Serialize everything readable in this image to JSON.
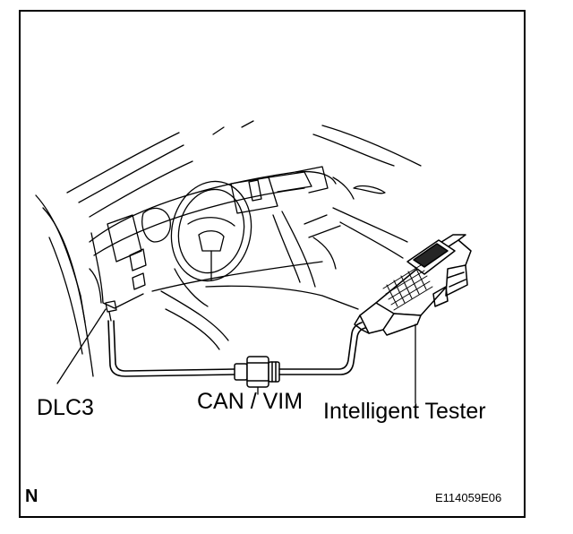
{
  "labels": {
    "dlc3": "DLC3",
    "can_vim": "CAN / VIM",
    "intelligent_tester": "Intelligent Tester",
    "corner_mark": "N",
    "figure_code": "E114059E06"
  },
  "colors": {
    "ink": "#000000",
    "paper": "#ffffff"
  }
}
